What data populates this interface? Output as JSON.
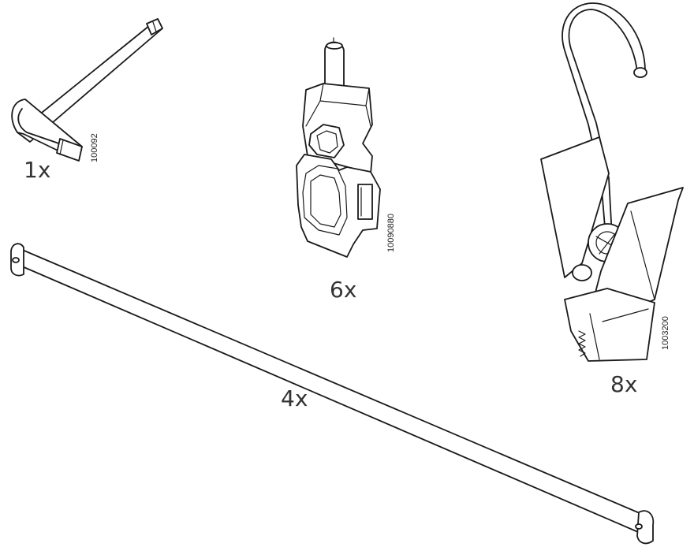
{
  "parts": [
    {
      "id": "hex-key",
      "quantity": "1x",
      "code": "100092"
    },
    {
      "id": "rail-connector",
      "quantity": "6x",
      "code": "10090880"
    },
    {
      "id": "hook-clip",
      "quantity": "8x",
      "code": "1003200"
    },
    {
      "id": "rod",
      "quantity": "4x"
    }
  ],
  "colors": {
    "line": "#1a1a1a",
    "text": "#333333",
    "background": "#ffffff"
  }
}
